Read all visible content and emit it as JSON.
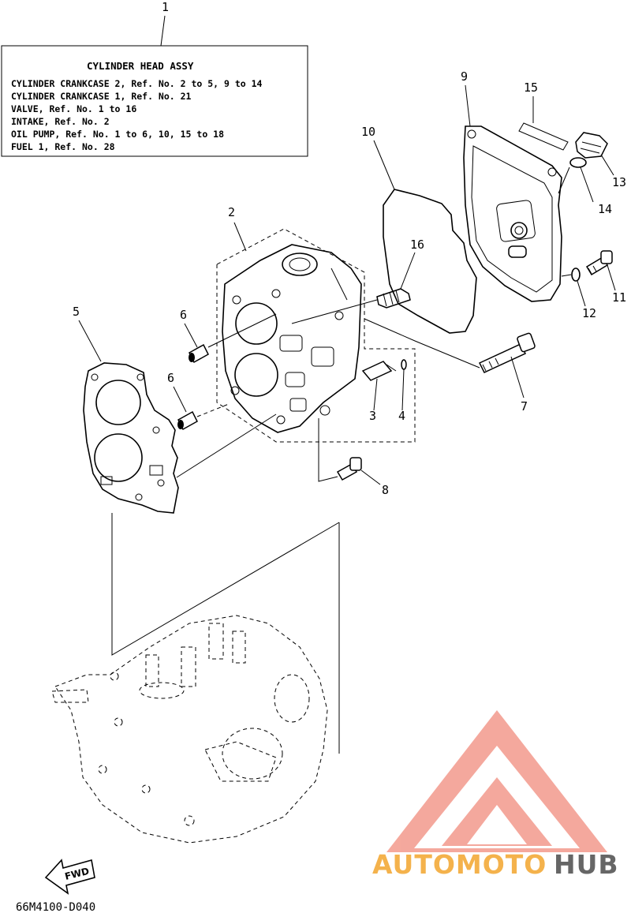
{
  "assembly_box": {
    "callout": "1",
    "title": "CYLINDER HEAD ASSY",
    "lines": [
      "CYLINDER CRANKCASE 2,  Ref. No. 2 to 5, 9 to 14",
      "CYLINDER CRANKCASE 1,  Ref. No. 21",
      "VALVE, Ref. No. 1 to 16",
      "INTAKE,  Ref. No. 2",
      "OIL PUMP,  Ref. No. 1 to 6, 10, 15 to 18",
      "FUEL 1,  Ref. No. 28"
    ]
  },
  "callouts": {
    "c2": "2",
    "c3": "3",
    "c4": "4",
    "c5": "5",
    "c6a": "6",
    "c6b": "6",
    "c7": "7",
    "c8": "8",
    "c9": "9",
    "c10": "10",
    "c11": "11",
    "c12": "12",
    "c13": "13",
    "c14": "14",
    "c15": "15",
    "c16": "16"
  },
  "fwd_label": "FWD",
  "diagram_code": "66M4100-D040",
  "watermark": {
    "part1": "AUTOMOTO",
    "part2": "HUB",
    "color_primary": "#f07a6a",
    "color_secondary": "#f4b24c",
    "color_tertiary": "#555555"
  }
}
